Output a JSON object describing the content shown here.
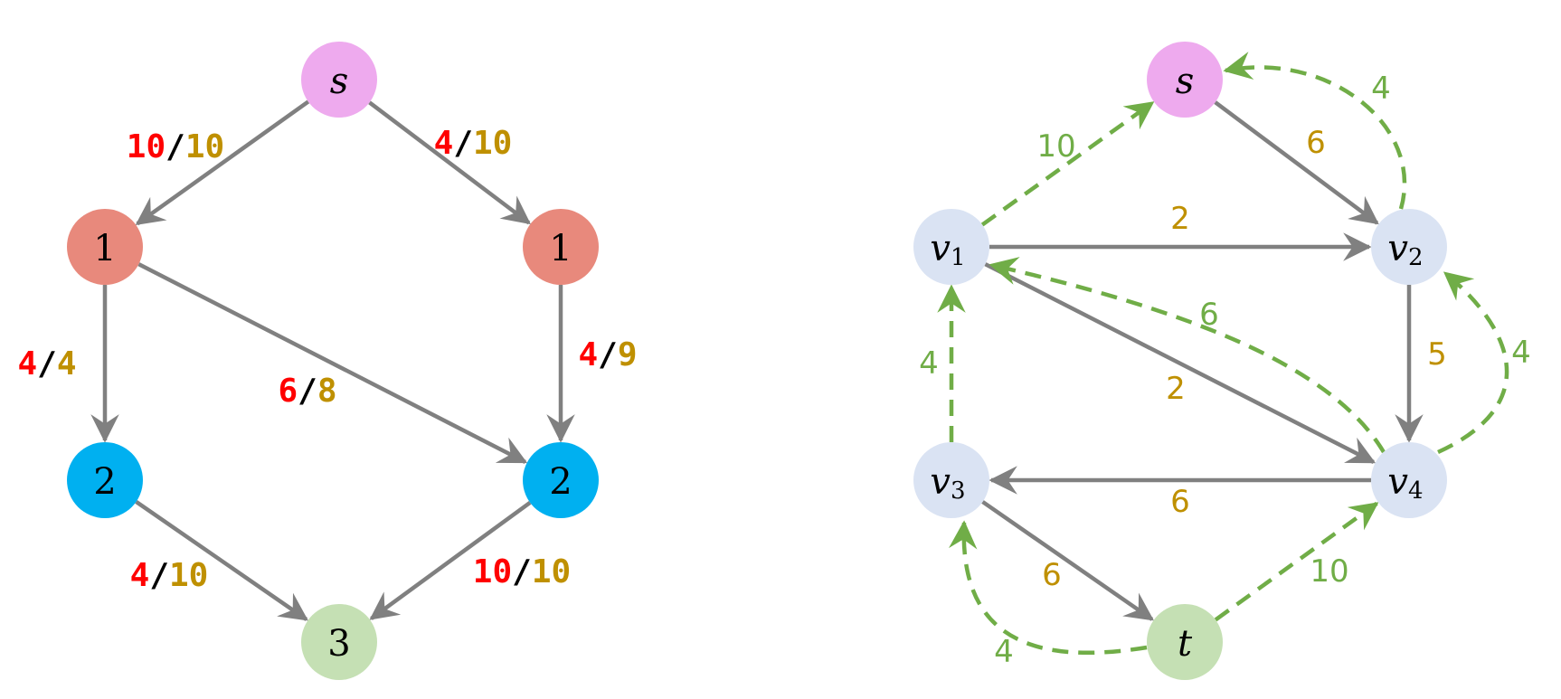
{
  "colors": {
    "edge": "#808080",
    "residual": "#70ad47",
    "flow": "#ff0000",
    "capacity": "#bf9000",
    "slash": "#000000",
    "node_source": "#eeaaee",
    "node_level1": "#e8897c",
    "node_level2": "#00b0f0",
    "node_sink": "#c5e0b4",
    "node_vertex": "#dae3f3"
  },
  "level_graph": {
    "nodes": [
      {
        "id": "s",
        "label": "s",
        "italic": true,
        "fill": "node_source"
      },
      {
        "id": "a1",
        "label": "1",
        "italic": false,
        "fill": "node_level1"
      },
      {
        "id": "b1",
        "label": "1",
        "italic": false,
        "fill": "node_level1"
      },
      {
        "id": "a2",
        "label": "2",
        "italic": false,
        "fill": "node_level2"
      },
      {
        "id": "b2",
        "label": "2",
        "italic": false,
        "fill": "node_level2"
      },
      {
        "id": "t3",
        "label": "3",
        "italic": false,
        "fill": "node_sink"
      }
    ],
    "edges": [
      {
        "from": "s",
        "to": "a1",
        "flow": "10",
        "cap": "10"
      },
      {
        "from": "s",
        "to": "b1",
        "flow": "4",
        "cap": "10"
      },
      {
        "from": "a1",
        "to": "a2",
        "flow": "4",
        "cap": "4"
      },
      {
        "from": "a1",
        "to": "b2",
        "flow": "6",
        "cap": "8"
      },
      {
        "from": "b1",
        "to": "b2",
        "flow": "4",
        "cap": "9"
      },
      {
        "from": "a2",
        "to": "t3",
        "flow": "4",
        "cap": "10"
      },
      {
        "from": "b2",
        "to": "t3",
        "flow": "10",
        "cap": "10"
      }
    ]
  },
  "residual_graph": {
    "nodes": [
      {
        "id": "s",
        "label": "s",
        "sub": "",
        "fill": "node_source"
      },
      {
        "id": "v1",
        "label": "v",
        "sub": "1",
        "fill": "node_vertex"
      },
      {
        "id": "v2",
        "label": "v",
        "sub": "2",
        "fill": "node_vertex"
      },
      {
        "id": "v3",
        "label": "v",
        "sub": "3",
        "fill": "node_vertex"
      },
      {
        "id": "v4",
        "label": "v",
        "sub": "4",
        "fill": "node_vertex"
      },
      {
        "id": "t",
        "label": "t",
        "sub": "",
        "fill": "node_sink"
      }
    ],
    "edges": [
      {
        "from": "s",
        "to": "v2",
        "label": "6",
        "kind": "forward"
      },
      {
        "from": "v1",
        "to": "v2",
        "label": "2",
        "kind": "forward"
      },
      {
        "from": "v1",
        "to": "v4",
        "label": "2",
        "kind": "forward"
      },
      {
        "from": "v2",
        "to": "v4",
        "label": "5",
        "kind": "forward"
      },
      {
        "from": "v4",
        "to": "v3",
        "label": "6",
        "kind": "forward"
      },
      {
        "from": "v3",
        "to": "t",
        "label": "6",
        "kind": "forward"
      },
      {
        "from": "v1",
        "to": "s",
        "label": "10",
        "kind": "residual"
      },
      {
        "from": "v2",
        "to": "s",
        "label": "4",
        "kind": "residual"
      },
      {
        "from": "v4",
        "to": "v1",
        "label": "6",
        "kind": "residual"
      },
      {
        "from": "v3",
        "to": "v1",
        "label": "4",
        "kind": "residual"
      },
      {
        "from": "v4",
        "to": "v2",
        "label": "4",
        "kind": "residual"
      },
      {
        "from": "t",
        "to": "v4",
        "label": "10",
        "kind": "residual"
      },
      {
        "from": "t",
        "to": "v3",
        "label": "4",
        "kind": "residual"
      }
    ]
  }
}
